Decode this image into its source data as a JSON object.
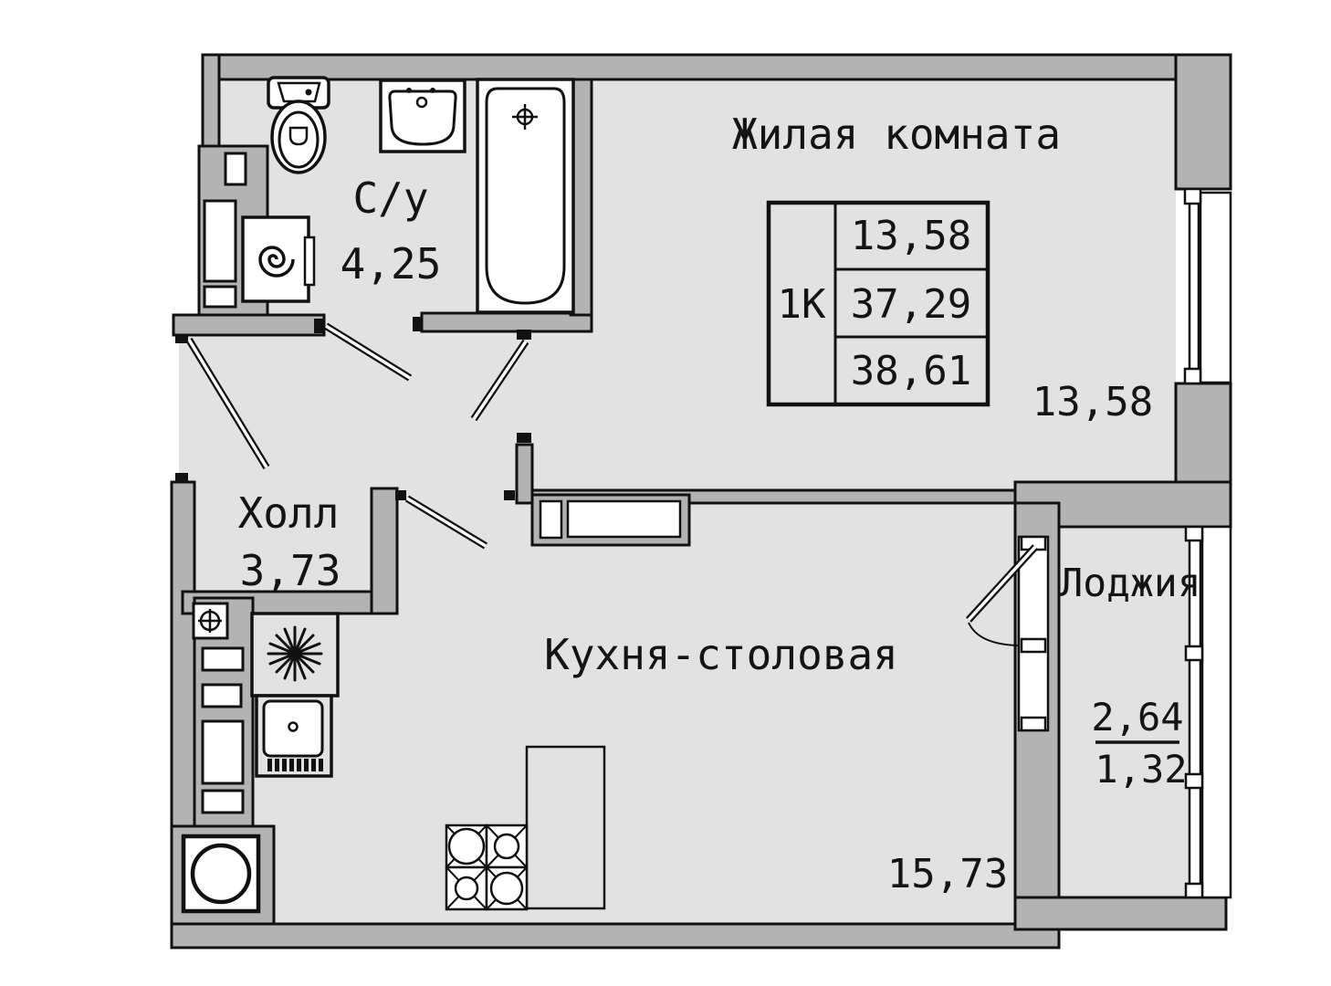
{
  "plan_type": "apartment-floor-plan",
  "rooms": {
    "living": {
      "label": "Жилая комната",
      "area": "13,58"
    },
    "bathroom": {
      "label": "С/у",
      "area": "4,25"
    },
    "hall": {
      "label": "Холл",
      "area": "3,73"
    },
    "kitchen": {
      "label": "Кухня-столовая",
      "area": "15,73"
    },
    "loggia": {
      "label": "Лоджия",
      "area_total": "2,64",
      "area_counted": "1,32"
    }
  },
  "info_table": {
    "type": "1К",
    "rows": [
      "13,58",
      "37,29",
      "38,61"
    ]
  },
  "colors": {
    "wall": "#b3b3b3",
    "floor": "#e2e2e2",
    "line": "#111111",
    "fixture": "#ffffff"
  }
}
